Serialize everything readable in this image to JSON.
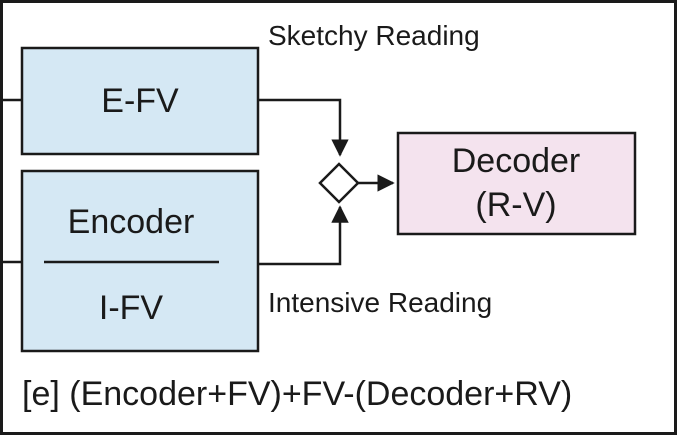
{
  "labels": {
    "sketchy": "Sketchy  Reading",
    "intensive": "Intensive Reading",
    "efv": "E-FV",
    "encoder": "Encoder",
    "ifv": "I-FV",
    "decoder": "Decoder",
    "rv": "(R-V)",
    "caption": "[e] (Encoder+FV)+FV-(Decoder+RV)"
  },
  "colors": {
    "blue_box": "#d5e8f4",
    "pink_box": "#f4e3ee",
    "stroke": "#1a1a1a"
  }
}
